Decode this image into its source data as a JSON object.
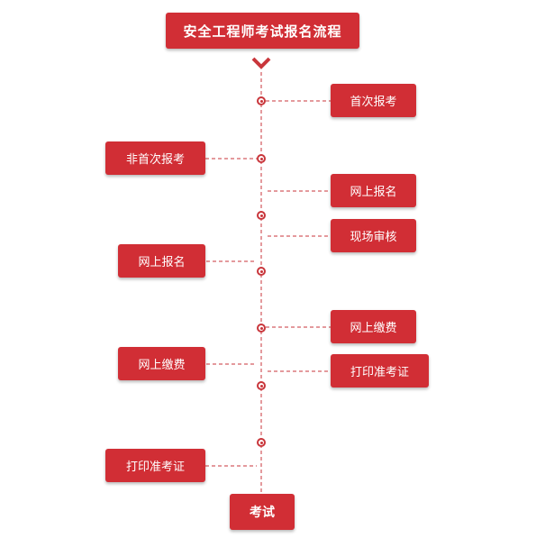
{
  "diagram": {
    "title": "安全工程师考试报名流程",
    "first_time_branch": {
      "label": "首次报考",
      "steps": [
        "网上报名",
        "现场审核",
        "网上缴费",
        "打印准考证"
      ]
    },
    "non_first_time_branch": {
      "label": "非首次报考",
      "steps": [
        "网上报名",
        "网上缴费",
        "打印准考证"
      ]
    },
    "end": "考试",
    "colors": {
      "box": "#d12e35",
      "line": "#c9363b",
      "text": "#ffffff"
    },
    "icons": [
      "chevron-down-icon",
      "timeline-node-icon"
    ]
  }
}
